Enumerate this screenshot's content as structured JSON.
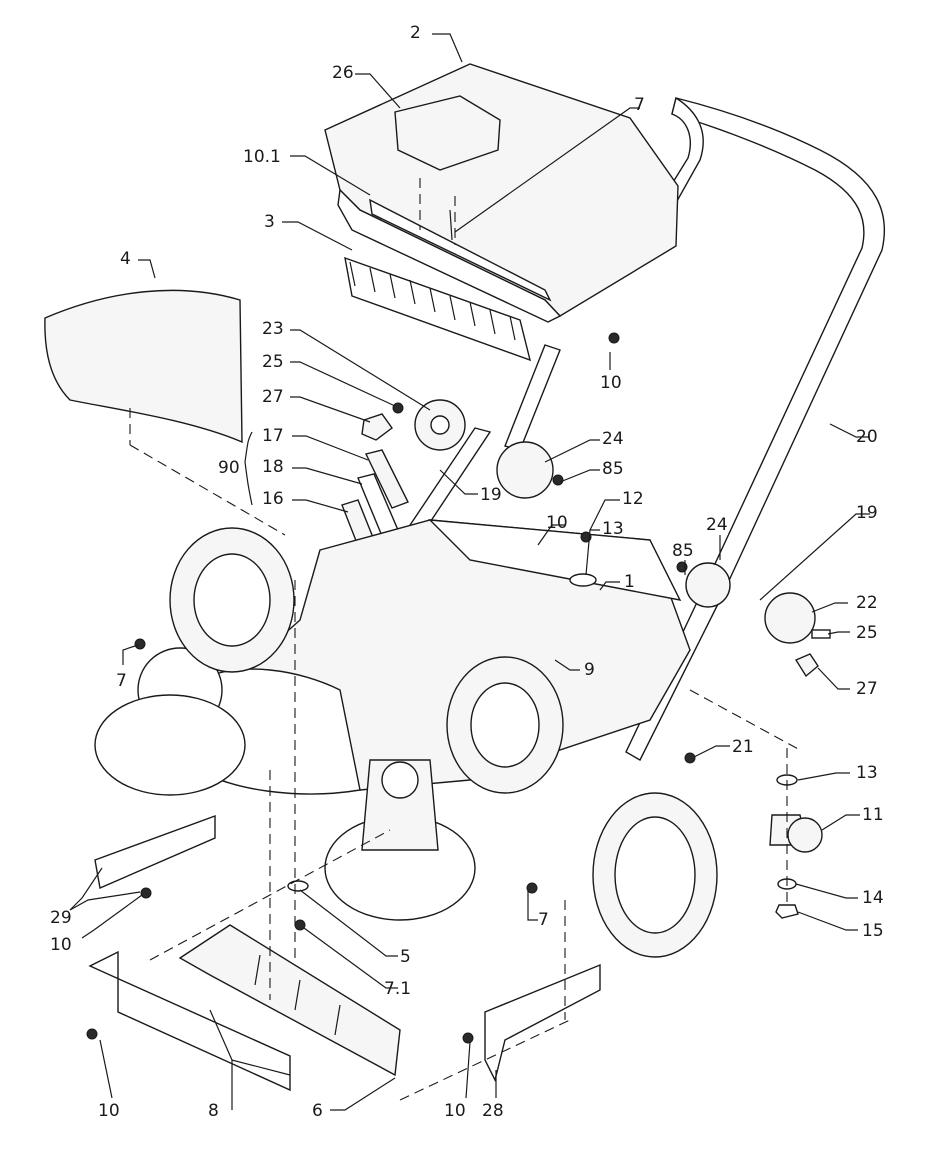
{
  "labels": {
    "l2": "2",
    "l26": "26",
    "l7_top": "7",
    "l10_1": "10.1",
    "l3": "3",
    "l4": "4",
    "l10_hopper": "10",
    "l23": "23",
    "l25_left": "25",
    "l27_left": "27",
    "l17": "17",
    "l18": "18",
    "l90": "90",
    "l16": "16",
    "l19_left": "19",
    "l24_left": "24",
    "l85_left": "85",
    "l12": "12",
    "l10_mid": "10",
    "l13_top": "13",
    "l1": "1",
    "l85_right": "85",
    "l24_right": "24",
    "l19_right": "19",
    "l20": "20",
    "l22": "22",
    "l25_right": "25",
    "l27_right": "27",
    "l9": "9",
    "l7_left": "7",
    "l21": "21",
    "l13_caster": "13",
    "l11": "11",
    "l14": "14",
    "l15": "15",
    "l29": "29",
    "l10_left": "10",
    "l5": "5",
    "l7_1": "7.1",
    "l7_mid": "7",
    "l10_bottom_left": "10",
    "l8": "8",
    "l6": "6",
    "l10_bottom_mid": "10",
    "l28": "28"
  }
}
